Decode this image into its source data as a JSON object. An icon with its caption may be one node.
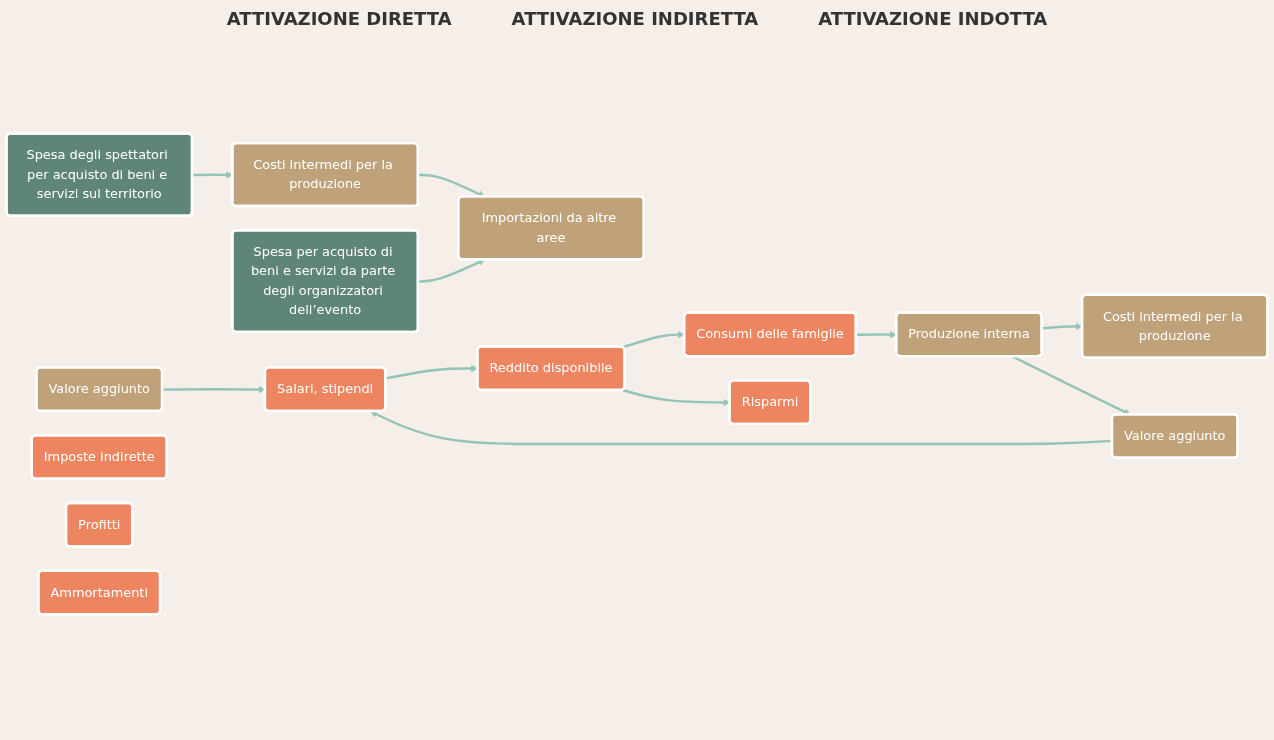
{
  "diagram": {
    "nodes": [
      {
        "text": [
          "Spesa degli spettatori per acquisto di beni e servizi sul territorio"
        ]
      },
      {
        "text": [
          "Spesa per acquisto di beni e servizi da parte degli organizzatori dell’evento"
        ]
      },
      {
        "text": [
          "Costi intermedi per la produzione"
        ]
      },
      {
        "text": [
          "Valore aggiunto"
        ]
      },
      {
        "text": [
          "Importazioni da altre aree"
        ]
      },
      {
        "text": [
          "Produzione interna"
        ]
      },
      {
        "text": [
          "Costi intermedi per la produzione"
        ]
      },
      {
        "text": [
          "Valore aggiunto"
        ]
      },
      {
        "text": [
          "Consumi delle famiglie"
        ]
      },
      {
        "text": [
          "Risparmi"
        ]
      },
      {
        "text": [
          "Reddito disponibile"
        ]
      },
      {
        "text": [
          "Salari, stipendi"
        ]
      },
      {
        "text": [
          "Imposte indirette"
        ]
      },
      {
        "text": [
          "Profitti"
        ]
      },
      {
        "text": [
          "Ammortamenti"
        ]
      }
    ],
    "edges": [
      {
        "from": 0,
        "to": 2,
        "arrow": "to"
      },
      {
        "from": 2,
        "to": 4,
        "arrow": "to"
      },
      {
        "from": 1,
        "to": 4,
        "arrow": "to"
      },
      {
        "from": 8,
        "to": 5,
        "arrow": "to"
      },
      {
        "from": 3,
        "to": 11,
        "arrow": "to"
      },
      {
        "from": 5,
        "to": 6,
        "arrow": "to"
      },
      {
        "from": 5,
        "to": 7,
        "arrow": "to"
      },
      {
        "from": 7,
        "to": 11,
        "arrow": "to"
      },
      {
        "from": 11,
        "to": 10,
        "arrow": "to"
      },
      {
        "from": 10,
        "to": 8,
        "arrow": "to"
      },
      {
        "from": 10,
        "to": 9,
        "arrow": "to"
      }
    ],
    "labels": [
      "ATTIVAZIONE DIRETTA",
      "ATTIVAZIONE INDIRETTA",
      "ATTIVAZIONE INDOTTA"
    ]
  }
}
